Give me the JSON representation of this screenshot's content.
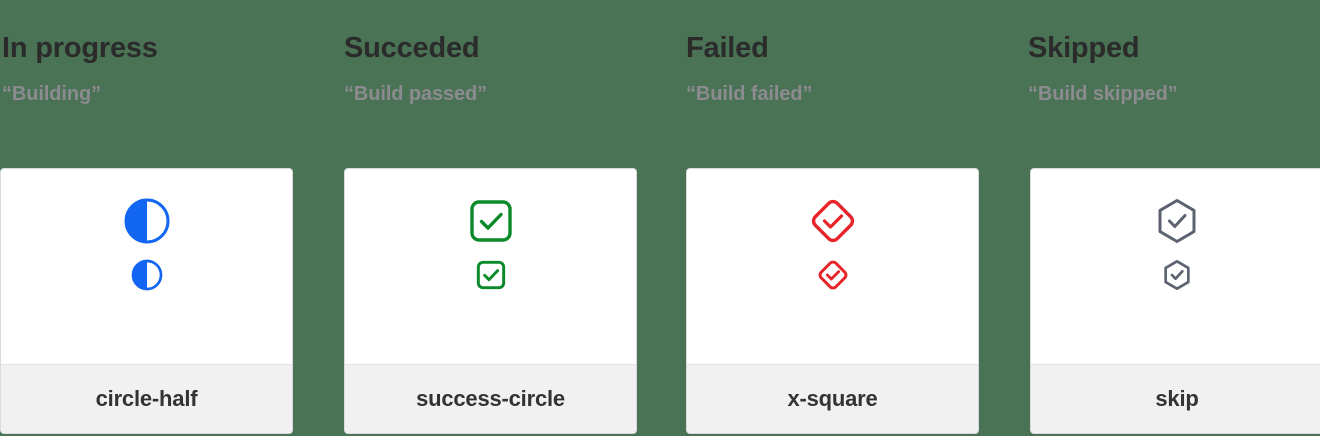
{
  "page": {
    "background_color": "#4a7254",
    "card_background": "#ffffff",
    "card_footer_background": "#f1f1f1",
    "title_color": "#2b2b2b",
    "subtitle_color": "#8b8b90",
    "label_color": "#333333"
  },
  "columns": [
    {
      "title": "In progress",
      "subtitle": "“Building”",
      "icon_name": "circle-half-icon",
      "icon_label": "circle-half",
      "icon_color": "#1266f1"
    },
    {
      "title": "Succeded",
      "subtitle": "“Build passed”",
      "icon_name": "success-circle-icon",
      "icon_label": "success-circle",
      "icon_color": "#0a8a2a"
    },
    {
      "title": "Failed",
      "subtitle": "“Build failed”",
      "icon_name": "x-square-icon",
      "icon_label": "x-square",
      "icon_color": "#e8242b"
    },
    {
      "title": "Skipped",
      "subtitle": "“Build skipped”",
      "icon_name": "skip-icon",
      "icon_label": "skip",
      "icon_color": "#5c6270"
    }
  ]
}
